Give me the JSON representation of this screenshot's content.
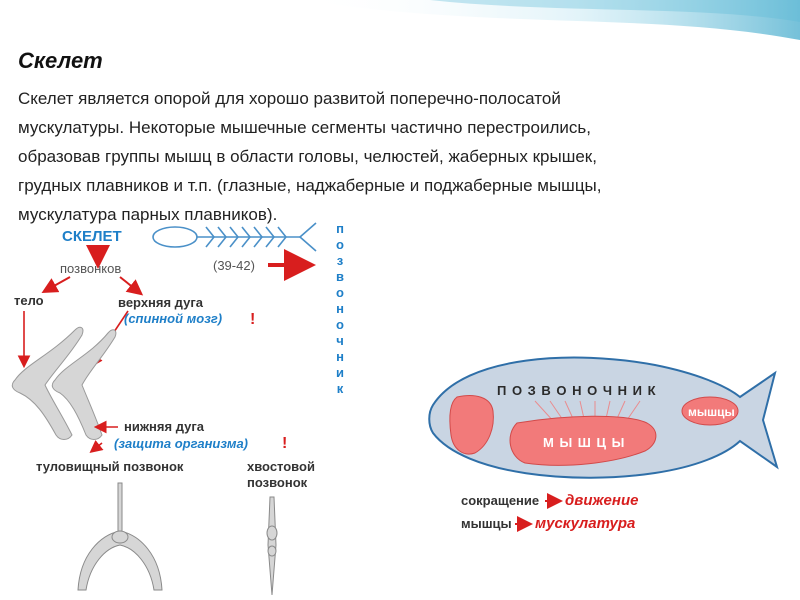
{
  "title": "Скелет",
  "paragraph": {
    "lines": [
      "Скелет является опорой для хорошо развитой поперечно-полосатой",
      "мускулатуры. Некоторые мышечные сегменты частично перестроились,",
      "образовав группы мышц в области головы, челюстей, жаберных крышек,",
      "грудных плавников и т.п. (глазные, наджаберные и поджаберные мышцы,",
      "мускулатура парных плавников)."
    ]
  },
  "skeleton_diagram": {
    "heading": "СКЕЛЕТ",
    "vertebrae_label": "позвонков",
    "count": "(39-42)",
    "spine_vertical_letters": [
      "п",
      "о",
      "з",
      "в",
      "о",
      "н",
      "о",
      "ч",
      "н",
      "и",
      "к"
    ],
    "body_label": "тело",
    "upper_arch": "верхняя дуга",
    "spinal_cord": "(спинной мозг)",
    "exclamation": "!",
    "lower_arch": "нижняя дуга",
    "organ_protection": "(защита организма)",
    "trunk_vertebra": "туловищный позвонок",
    "tail_vertebra_line1": "хвостовой",
    "tail_vertebra_line2": "позвонок"
  },
  "fish_diagram": {
    "spine_label": "П О З В О Н О Ч Н И К",
    "muscles_large": "М Ы Ш Ц Ы",
    "muscles_small": "мышцы",
    "contraction": "сокращение",
    "movement": "движение",
    "muscles_word": "мышцы",
    "musculature": "мускулатура"
  },
  "colors": {
    "accent_blue": "#1e7fc8",
    "red": "#d81e1e",
    "fish_body": "#c9d5e3",
    "muscle": "#f27a7a",
    "bone": "#d6d6d6"
  }
}
